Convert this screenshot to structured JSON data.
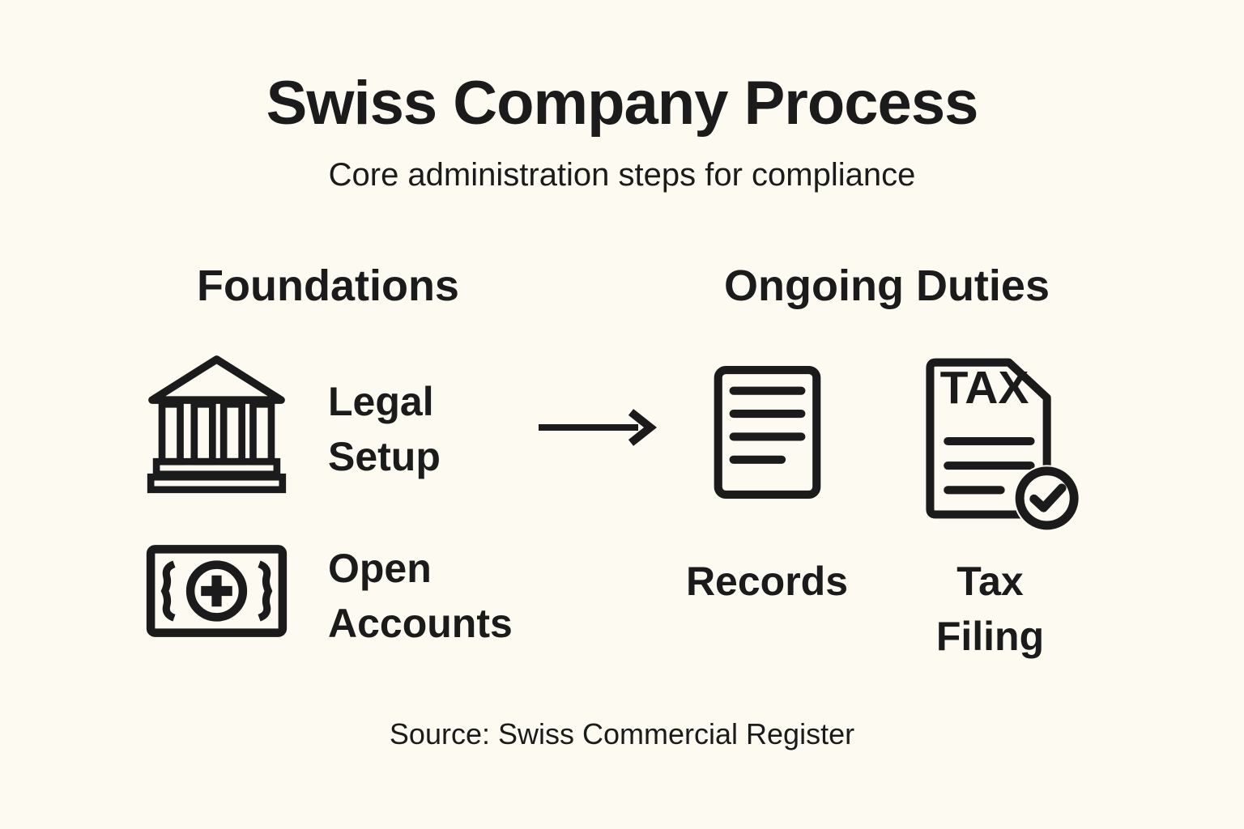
{
  "title": "Swiss Company Process",
  "subtitle": "Core administration steps for compliance",
  "source": "Source: Swiss Commercial Register",
  "columns": {
    "left": {
      "header": "Foundations",
      "items": [
        {
          "label": "Legal Setup",
          "icon": "bank-icon"
        },
        {
          "label": "Open Accounts",
          "icon": "banknote-plus-icon"
        }
      ]
    },
    "right": {
      "header": "Ongoing Duties",
      "items": [
        {
          "label": "Records",
          "icon": "document-lines-icon"
        },
        {
          "label": "Tax Filing",
          "icon": "tax-document-check-icon"
        }
      ]
    }
  },
  "icons": {
    "tax_label": "TAX",
    "flow_arrow": "arrow-right"
  },
  "colors": {
    "background": "#FCFAF1",
    "ink": "#1B1B1B"
  }
}
